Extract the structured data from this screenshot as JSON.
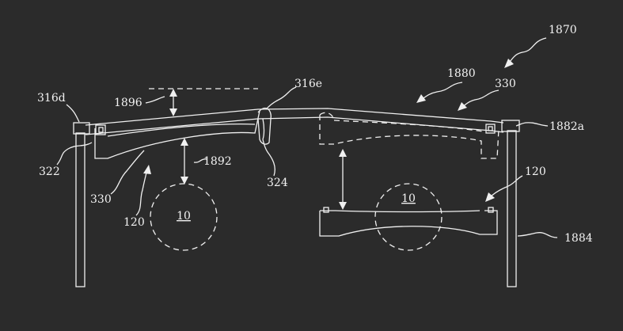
{
  "labels": {
    "ref_1870": "1870",
    "ref_1880": "1880",
    "ref_330_right": "330",
    "ref_316e": "316e",
    "ref_316d": "316d",
    "ref_1896": "1896",
    "ref_1882a": "1882a",
    "ref_1892": "1892",
    "ref_322": "322",
    "ref_324": "324",
    "ref_330_left": "330",
    "ref_120_left": "120",
    "ref_120_right": "120",
    "ref_10_left": "10",
    "ref_10_right": "10",
    "ref_1884": "1884"
  },
  "colors": {
    "background": "#2b2b2b",
    "line": "#f0f0f0"
  }
}
